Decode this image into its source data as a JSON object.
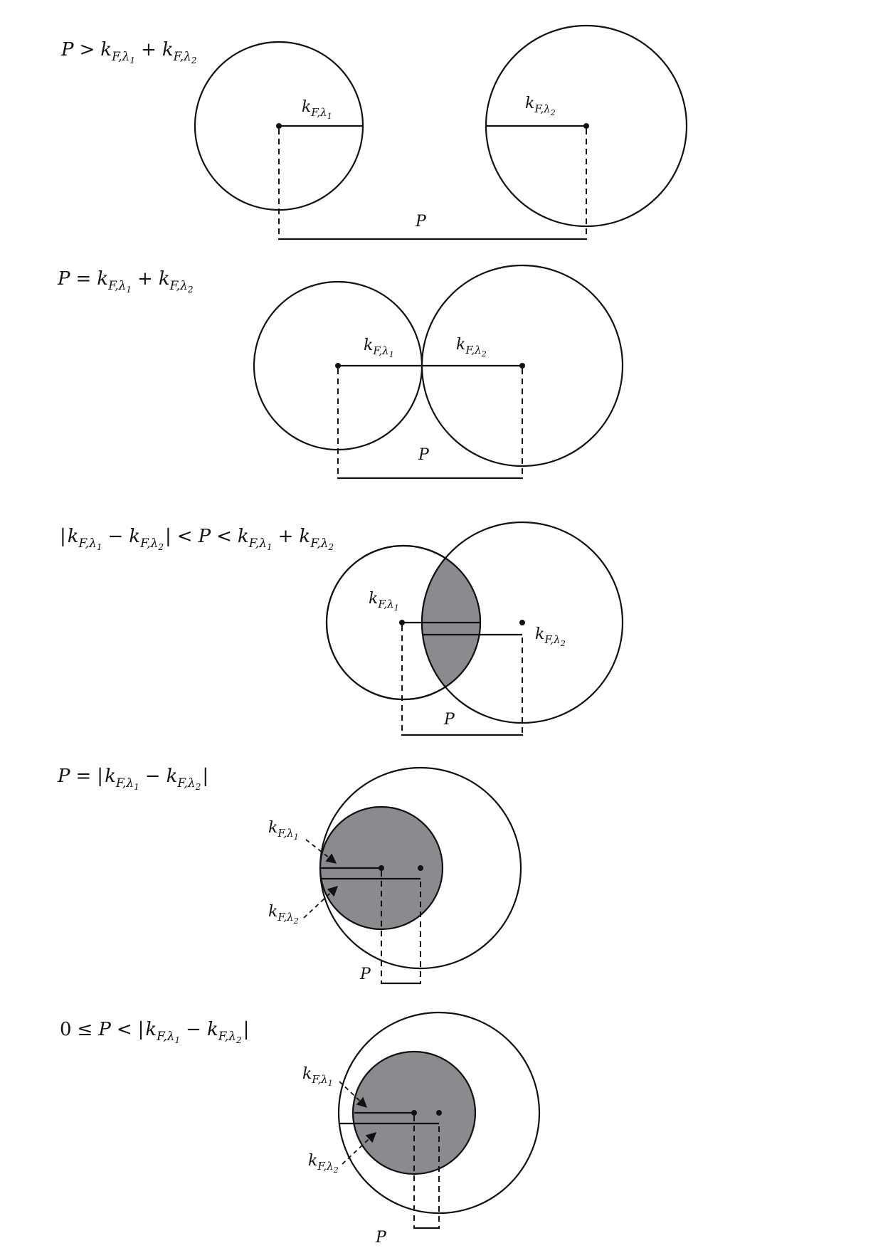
{
  "colors": {
    "shade": "#8a8b8f",
    "ink": "#111111"
  },
  "symbols": {
    "P": "P",
    "k": "k",
    "sub1": "F,λ",
    "idx1": "1",
    "idx2": "2",
    "zero": "0"
  },
  "panels": [
    {
      "id": "case-1",
      "condition": "P > k_{F,λ1} + k_{F,λ2}"
    },
    {
      "id": "case-2",
      "condition": "P = k_{F,λ1} + k_{F,λ2}"
    },
    {
      "id": "case-3",
      "condition": "|k_{F,λ1} − k_{F,λ2}| < P < k_{F,λ1} + k_{F,λ2}"
    },
    {
      "id": "case-4",
      "condition": "P = |k_{F,λ1} − k_{F,λ2}|"
    },
    {
      "id": "case-5",
      "condition": "0 ≤ P < |k_{F,λ1} − k_{F,λ2}|"
    }
  ]
}
